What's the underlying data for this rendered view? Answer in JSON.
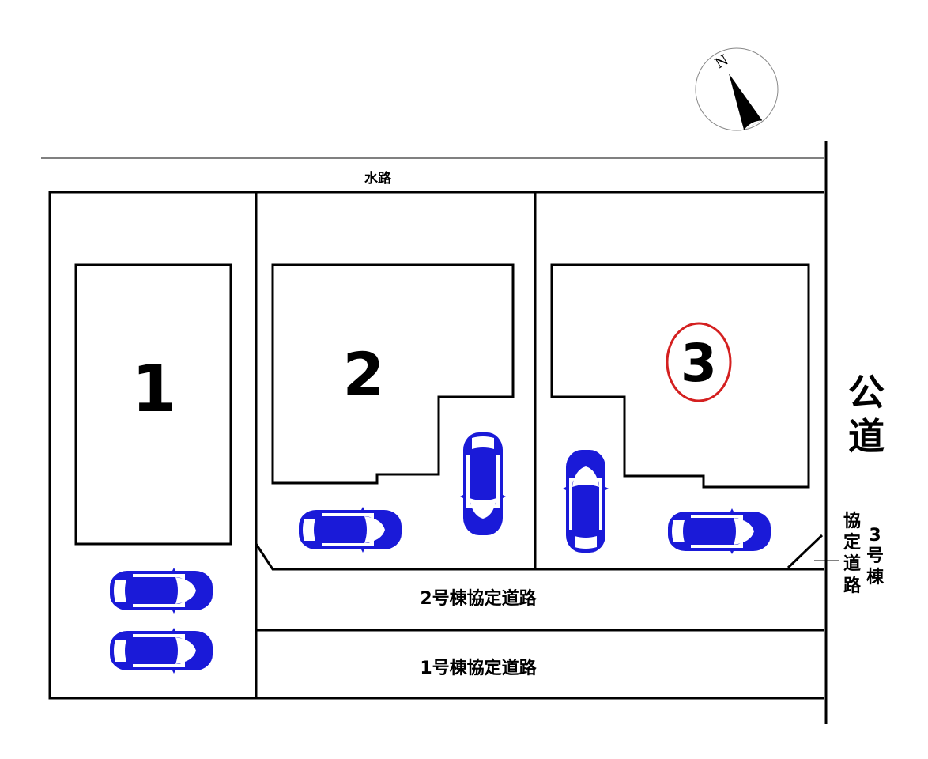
{
  "waterway_label": "水路",
  "public_road_label": [
    "公",
    "道"
  ],
  "lots": [
    {
      "number": "1"
    },
    {
      "number": "2"
    },
    {
      "number": "3",
      "highlighted": true
    }
  ],
  "road_2_label": "2号棟協定道路",
  "road_1_label": "1号棟協定道路",
  "road_3_label": {
    "col1": [
      "3",
      "号",
      "棟"
    ],
    "col2": [
      "協",
      "定",
      "道",
      "路"
    ]
  },
  "compass_label": "N",
  "colors": {
    "car": "#1a1ad8",
    "highlight": "#d42020",
    "line": "#000000"
  }
}
